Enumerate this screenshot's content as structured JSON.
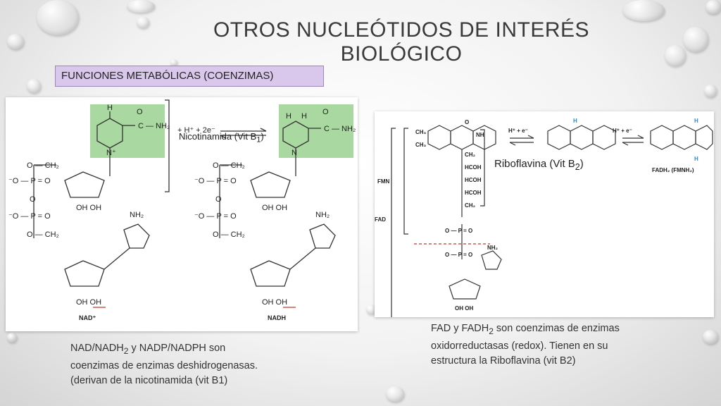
{
  "title": "OTROS NUCLEÓTIDOS DE INTERÉS BIOLÓGICO",
  "subtitle": "FUNCIONES METABÓLICAS (COENZIMAS)",
  "left_figure": {
    "left_molecule": "NAD⁺",
    "right_molecule": "NADH",
    "reaction_text": "+ H⁺ + 2e⁻",
    "nicotinamida_label": "Nicotinamida (Vit B",
    "nicotinamida_sub": "1",
    "nicotinamida_close": ")"
  },
  "right_figure": {
    "groups": [
      "FMN",
      "FAD"
    ],
    "product": "FADH₂ (FMNH₂)",
    "step_text": "H⁺ + e⁻",
    "riboflavina_label": "Riboflavina (Vit B",
    "riboflavina_sub": "2",
    "riboflavina_close": ")"
  },
  "desc_left": {
    "line1a": "NAD/NADH",
    "line1sub": "2",
    "line1b": " y NADP/NADPH son",
    "line2": "coenzimas de enzimas deshidrogenasas.",
    "line3": "(derivan de la nicotinamida (vit B1)"
  },
  "desc_right": {
    "line1a": "FAD y FADH",
    "line1sub": "2",
    "line1b": " son coenzimas de enzimas",
    "line2": "oxidorreductasas (redox). Tienen en su",
    "line3": "estructura la Riboflavina (vit B2)"
  },
  "colors": {
    "accent_box": "#d9c8ec",
    "highlight": "#a9d8a0",
    "hydrogen_blue": "#2c8fc8",
    "dash_red": "#c0392b"
  }
}
